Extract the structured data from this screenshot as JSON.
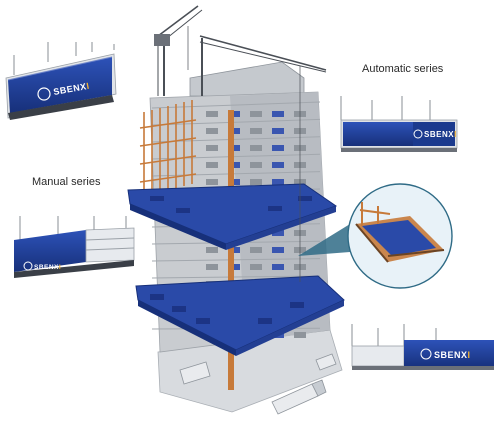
{
  "labels": {
    "automatic_series": "Automatic series",
    "manual_series": "Manual series"
  },
  "brand": {
    "prefix": "SBENX",
    "suffix": "I"
  },
  "colors": {
    "panel_blue": "#1f3f9a",
    "panel_dark": "#14296b",
    "platform_blue": "#2a4aa8",
    "building_grey": "#c9ccd0",
    "building_dark": "#9ea3a9",
    "timber": "#c77a3a",
    "detail_circle_fill": "#e8f2f8",
    "callout_teal": "#2f6b86"
  }
}
